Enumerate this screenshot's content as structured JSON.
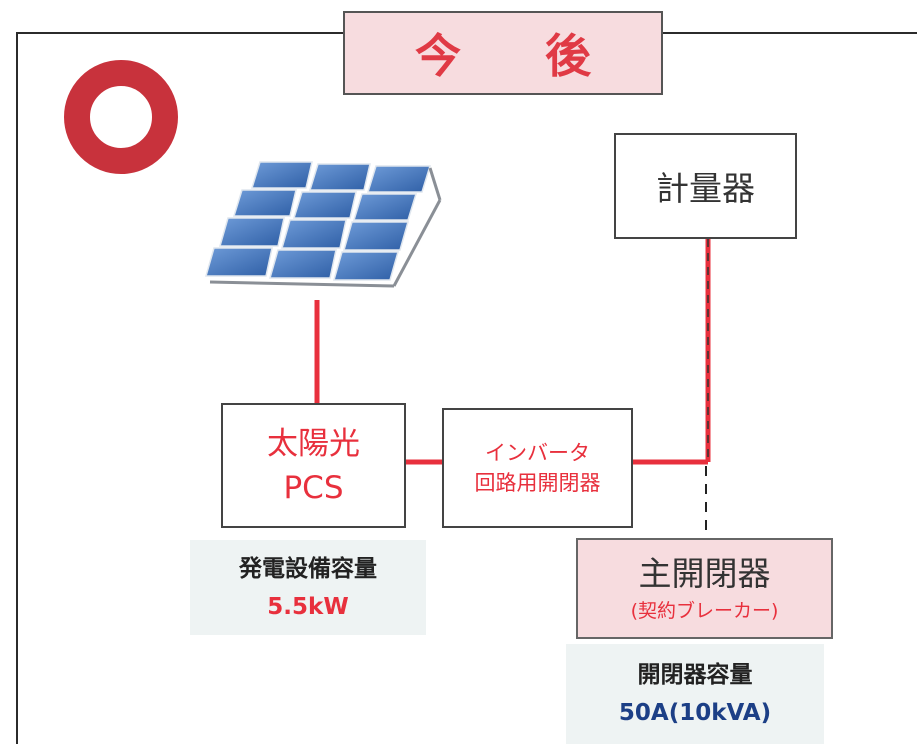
{
  "title": "今 後",
  "colors": {
    "accent_red": "#e8303d",
    "title_bg": "#f7dcdf",
    "info_bg": "#eef3f3",
    "value_blue": "#1c3f86",
    "ok_mark": "#c8323c",
    "panel_blue": "#3b6fb8"
  },
  "ok_mark_icon": "circle-ok-icon",
  "solar_panel_icon": "solar-panel-icon",
  "pcs_box": {
    "line1": "太陽光",
    "line2": "PCS"
  },
  "inverter_breaker_box": {
    "line1": "インバータ",
    "line2": "回路用開閉器"
  },
  "meter_box": {
    "label": "計量器"
  },
  "main_breaker_box": {
    "line1": "主開閉器",
    "line2": "(契約ブレーカー)"
  },
  "generation_capacity": {
    "label": "発電設備容量",
    "value": "5.5kW"
  },
  "breaker_capacity": {
    "label": "開閉器容量",
    "value": "50A(10kVA)"
  }
}
